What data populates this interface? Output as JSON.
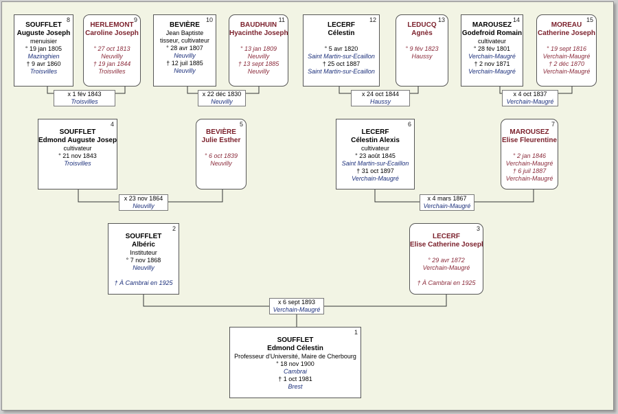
{
  "people": [
    {
      "id": "p8",
      "num": "8",
      "sex": "m",
      "l1": "SOUFFLET",
      "l2": "Auguste Joseph",
      "l3": "menuisier",
      "l4": "° 19 jan 1805",
      "l5": "Mazinghien",
      "l6": "† 9 avr 1860",
      "l7": "Troisvilles"
    },
    {
      "id": "p9",
      "num": "9",
      "sex": "f",
      "l1": "HERLEMONT",
      "l2": "Caroline Joseph",
      "l3": "",
      "l4": "° 27 oct 1813",
      "l5": "Neuvilly",
      "l6": "† 19 jan 1844",
      "l7": "Troisvilles"
    },
    {
      "id": "p10",
      "num": "10",
      "sex": "m",
      "l1": "BEVIÈRE",
      "l2": "Jean Baptiste",
      "l3": "tisseur, cultivateur",
      "l4": "° 28 avr 1807",
      "l5": "Neuvilly",
      "l6": "† 12 juil 1885",
      "l7": "Neuvilly"
    },
    {
      "id": "p11",
      "num": "11",
      "sex": "f",
      "l1": "BAUDHUIN",
      "l2": "Hyacinthe Joseph",
      "l3": "",
      "l4": "° 13 jan 1809",
      "l5": "Neuvilly",
      "l6": "† 13 sept 1885",
      "l7": "Neuvilly"
    },
    {
      "id": "p12",
      "num": "12",
      "sex": "m",
      "l1": "LECERF",
      "l2": "Célestin",
      "l3": "",
      "l4": "° 5 avr 1820",
      "l5": "Saint Martin-sur-Ecaillon",
      "l6": "† 25 oct 1887",
      "l7": "Saint Martin-sur-Ecaillon"
    },
    {
      "id": "p13",
      "num": "13",
      "sex": "f",
      "l1": "LEDUCQ",
      "l2": "Agnès",
      "l3": "",
      "l4": "° 9 fév 1823",
      "l5": "Haussy",
      "l6": "",
      "l7": ""
    },
    {
      "id": "p14",
      "num": "14",
      "sex": "m",
      "l1": "MAROUSEZ",
      "l2": "Godefroid Romain",
      "l3": "cultivateur",
      "l4": "° 28 fév 1801",
      "l5": "Verchain-Maugré",
      "l6": "† 2 nov 1871",
      "l7": "Verchain-Maugré"
    },
    {
      "id": "p15",
      "num": "15",
      "sex": "f",
      "l1": "MOREAU",
      "l2": "Catherine Joseph",
      "l3": "",
      "l4": "° 19 sept 1816",
      "l5": "Verchain-Maugré",
      "l6": "† 2 déc 1870",
      "l7": "Verchain-Maugré"
    },
    {
      "id": "p4",
      "num": "4",
      "sex": "m",
      "l1": "SOUFFLET",
      "l2": "Edmond Auguste Joseph",
      "l3": "cultivateur",
      "l4": "° 21 nov 1843",
      "l5": "Troisvilles",
      "l6": "",
      "l7": ""
    },
    {
      "id": "p5",
      "num": "5",
      "sex": "f",
      "l1": "BEVIÈRE",
      "l2": "Julie Esther",
      "l3": "",
      "l4": "° 6 oct 1839",
      "l5": "Neuvilly",
      "l6": "",
      "l7": ""
    },
    {
      "id": "p6",
      "num": "6",
      "sex": "m",
      "l1": "LECERF",
      "l2": "Célestin Alexis",
      "l3": "cultivateur",
      "l4": "° 23 août 1845",
      "l5": "Saint Martin-sur-Ecaillon",
      "l6": "† 31 oct 1897",
      "l7": "Verchain-Maugré"
    },
    {
      "id": "p7",
      "num": "7",
      "sex": "f",
      "l1": "MAROUSEZ",
      "l2": "Elise Fleurentine",
      "l3": "",
      "l4": "° 2 jan 1846",
      "l5": "Verchain-Maugré",
      "l6": "† 6 juil 1887",
      "l7": "Verchain-Maugré"
    },
    {
      "id": "p2",
      "num": "2",
      "sex": "m",
      "l1": "SOUFFLET",
      "l2": "Albéric",
      "l3": "Instituteur",
      "l4": "° 7 nov 1868",
      "l5": "Neuvilly",
      "l6": "† À Cambrai en 1925",
      "l7": ""
    },
    {
      "id": "p3",
      "num": "3",
      "sex": "f",
      "l1": "LECERF",
      "l2": "Elise Catherine Joseph",
      "l3": "",
      "l4": "° 29 avr 1872",
      "l5": "Verchain-Maugré",
      "l6": "† À Cambrai en 1925",
      "l7": ""
    },
    {
      "id": "p1",
      "num": "1",
      "sex": "m",
      "l1": "SOUFFLET",
      "l2": "Edmond Célestin",
      "l3": "Professeur d'Université, Maire de Cherbourg",
      "l4": "° 18 nov 1900",
      "l5": "Cambrai",
      "l6": "† 1 oct 1981",
      "l7": "Brest"
    }
  ],
  "marriages": [
    {
      "id": "m8",
      "date": "x 1 fév 1843",
      "place": "Troisvilles"
    },
    {
      "id": "m10",
      "date": "x 22 déc 1830",
      "place": "Neuvilly"
    },
    {
      "id": "m12",
      "date": "x 24 oct 1844",
      "place": "Haussy"
    },
    {
      "id": "m14",
      "date": "x 4 oct 1837",
      "place": "Verchain-Maugré"
    },
    {
      "id": "m4",
      "date": "x 23 nov 1864",
      "place": "Neuvilly"
    },
    {
      "id": "m6",
      "date": "x 4 mars 1867",
      "place": "Verchain-Maugré"
    },
    {
      "id": "m2",
      "date": "x 6 sept 1893",
      "place": "Verchain-Maugré"
    }
  ]
}
